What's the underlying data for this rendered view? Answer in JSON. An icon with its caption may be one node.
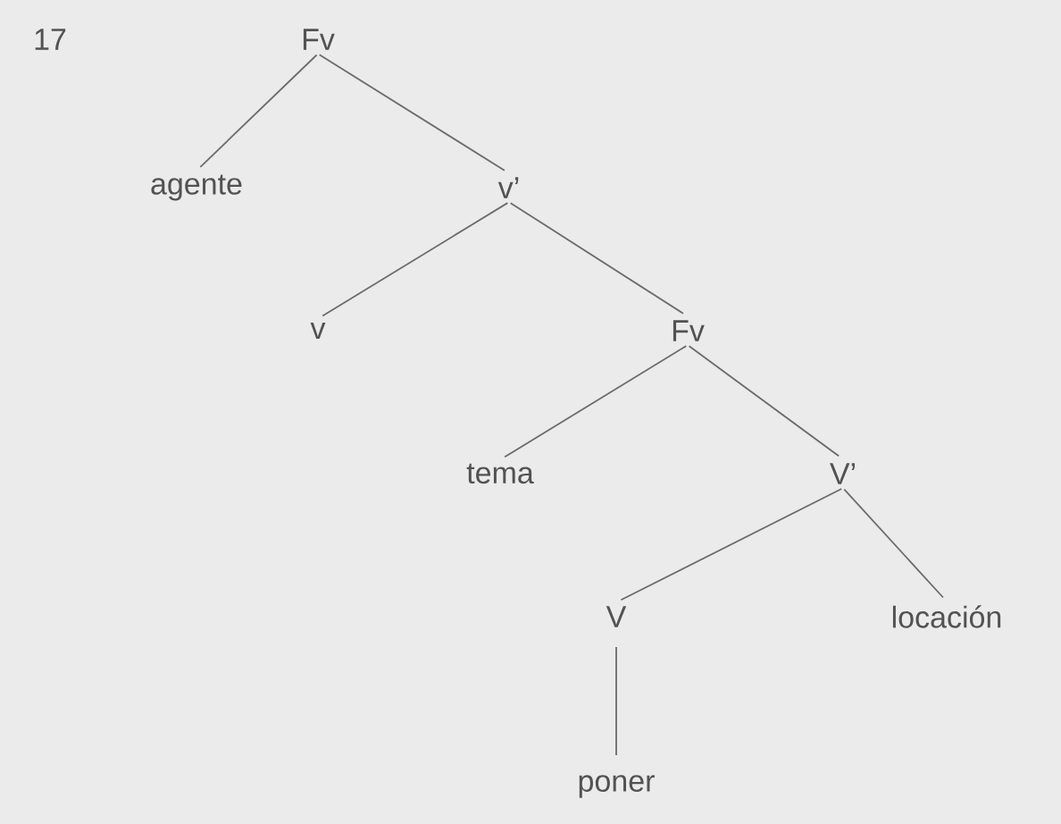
{
  "diagram": {
    "nodes": [
      {
        "text": [
          "Fv"
        ]
      },
      {
        "text": [
          "agente"
        ]
      },
      {
        "text": [
          "v’"
        ]
      },
      {
        "text": [
          "v"
        ]
      },
      {
        "text": [
          "Fv"
        ]
      },
      {
        "text": [
          "tema"
        ]
      },
      {
        "text": [
          "V’"
        ]
      },
      {
        "text": [
          "V"
        ]
      },
      {
        "text": [
          "locación"
        ]
      },
      {
        "text": [
          "poner"
        ]
      }
    ],
    "edges": [
      {
        "from": 0,
        "to": 1,
        "arrow": "none"
      },
      {
        "from": 0,
        "to": 2,
        "arrow": "none"
      },
      {
        "from": 2,
        "to": 3,
        "arrow": "none"
      },
      {
        "from": 2,
        "to": 4,
        "arrow": "none"
      },
      {
        "from": 4,
        "to": 5,
        "arrow": "none"
      },
      {
        "from": 4,
        "to": 6,
        "arrow": "none"
      },
      {
        "from": 6,
        "to": 7,
        "arrow": "none"
      },
      {
        "from": 6,
        "to": 8,
        "arrow": "none"
      },
      {
        "from": 7,
        "to": 9,
        "arrow": "none"
      }
    ],
    "labels": [
      "17"
    ]
  }
}
